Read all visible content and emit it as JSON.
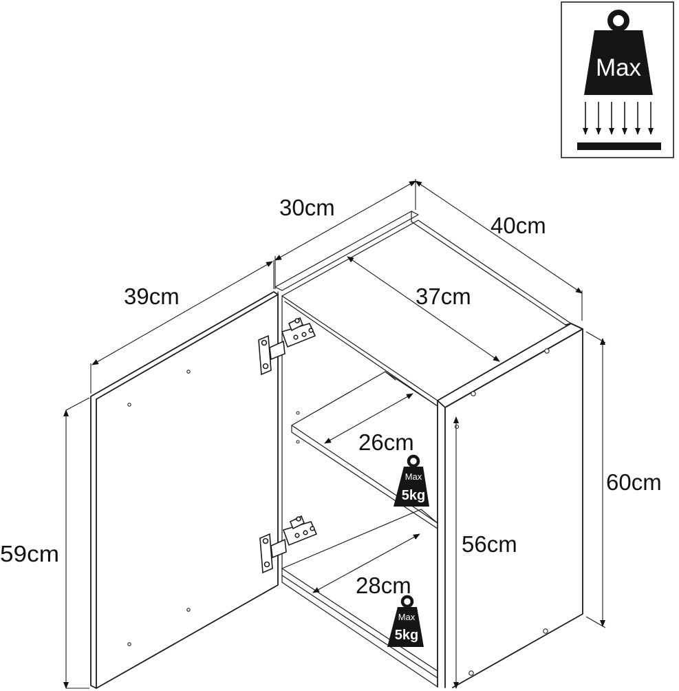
{
  "colors": {
    "ink": "#1a1a1a",
    "weight_fill": "#151515",
    "background": "#ffffff"
  },
  "icons": {
    "max_load": "weight-icon-with-arrows",
    "shelf_weight": "weight-icon",
    "hinge": "hinge-icon"
  },
  "max_badge": {
    "label": "Max"
  },
  "dimensions": {
    "depth_top": "30cm",
    "width_top": "40cm",
    "door_width": "39cm",
    "inner_width": "37cm",
    "upper_shelf_depth": "26cm",
    "lower_shelf_depth": "28cm",
    "height_total": "60cm",
    "inner_height": "56cm",
    "door_height": "59cm"
  },
  "shelves": [
    {
      "weight_label": "Max",
      "weight_value": "5kg"
    },
    {
      "weight_label": "Max",
      "weight_value": "5kg"
    }
  ]
}
